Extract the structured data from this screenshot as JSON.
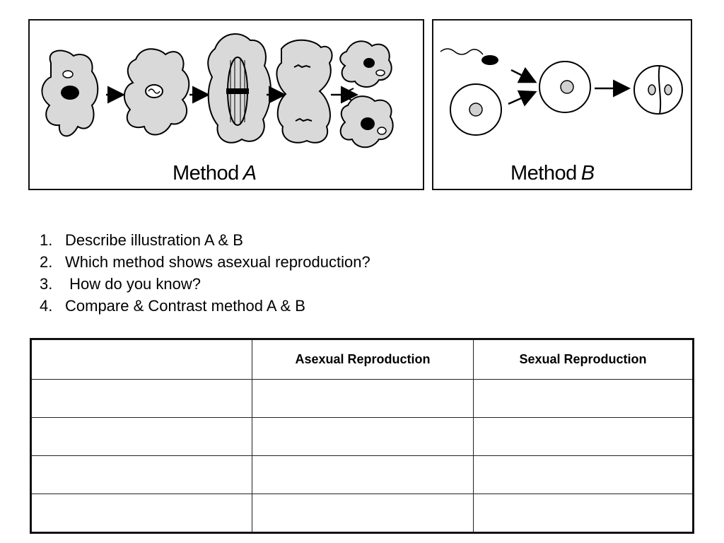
{
  "figure": {
    "method_a": {
      "label_prefix": "Method",
      "label_letter": "A"
    },
    "method_b": {
      "label_prefix": "Method",
      "label_letter": "B"
    },
    "fill_color": "#d9d9d9"
  },
  "questions": [
    {
      "num": "1.",
      "text": "Describe illustration A & B"
    },
    {
      "num": "2.",
      "text": "Which method shows asexual reproduction?"
    },
    {
      "num": "3.",
      "text": " How do you know?"
    },
    {
      "num": "4.",
      "text": "Compare & Contrast method A & B"
    }
  ],
  "table": {
    "headers": [
      "",
      "Asexual Reproduction",
      "Sexual Reproduction"
    ],
    "rows": [
      [
        "",
        "",
        ""
      ],
      [
        "",
        "",
        ""
      ],
      [
        "",
        "",
        ""
      ],
      [
        "",
        "",
        ""
      ]
    ]
  }
}
